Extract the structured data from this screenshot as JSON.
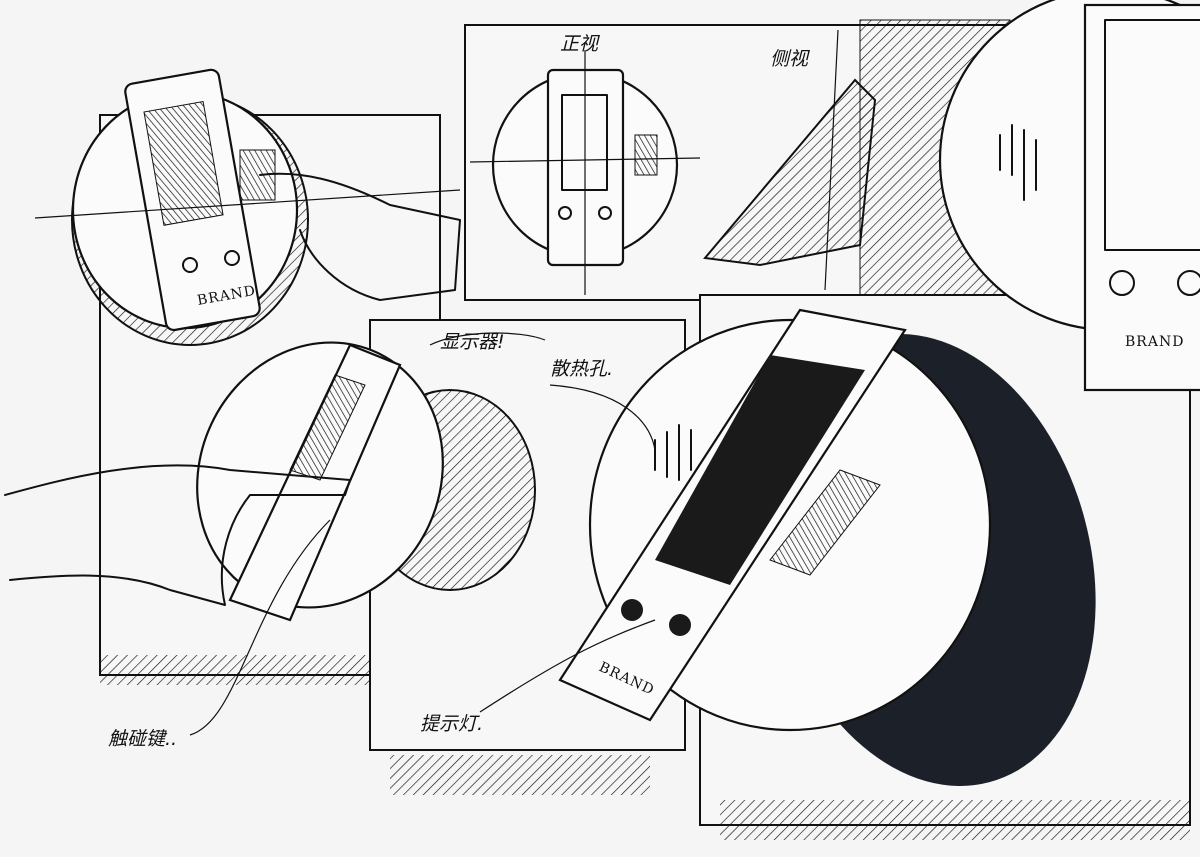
{
  "sketch": {
    "labels": {
      "front_view": "正视",
      "side_view": "侧视",
      "display": "显示器!",
      "vent": "散热孔.",
      "indicator_light": "提示灯.",
      "touch_key": "触碰键.."
    },
    "device_logo": "BRAND",
    "colors": {
      "ink": "#111111",
      "marker_shadow": "#1c2028",
      "paper": "#f5f5f5"
    }
  }
}
